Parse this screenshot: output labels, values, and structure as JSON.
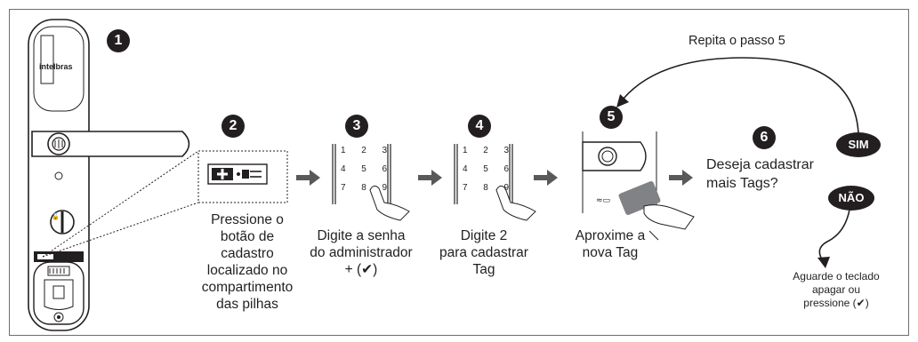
{
  "steps": [
    {
      "number": "1"
    },
    {
      "number": "2",
      "caption": [
        "Pressione o",
        "botão de cadastro",
        "localizado no",
        "compartimento",
        "das pilhas"
      ]
    },
    {
      "number": "3",
      "caption": [
        "Digite a senha",
        "do administrador",
        "+ (✔)"
      ]
    },
    {
      "number": "4",
      "caption": [
        "Digite 2",
        "para cadastrar",
        "Tag"
      ]
    },
    {
      "number": "5",
      "caption": [
        "Aproxime a",
        "nova Tag"
      ]
    },
    {
      "number": "6",
      "caption": [
        "Deseja cadastrar",
        "mais Tags?"
      ]
    }
  ],
  "brand": "intelbras",
  "keypad": [
    "1",
    "2",
    "3",
    "4",
    "5",
    "6",
    "7",
    "8",
    "9"
  ],
  "loop_label": "Repita o passo 5",
  "yes_label": "SIM",
  "no_label": "NÃO",
  "no_caption": [
    "Aguarde o teclado",
    "apagar ou",
    "pressione (✔)"
  ],
  "colors": {
    "ink": "#231f20",
    "arrow": "#58595b",
    "frame": "#6d6e71"
  }
}
